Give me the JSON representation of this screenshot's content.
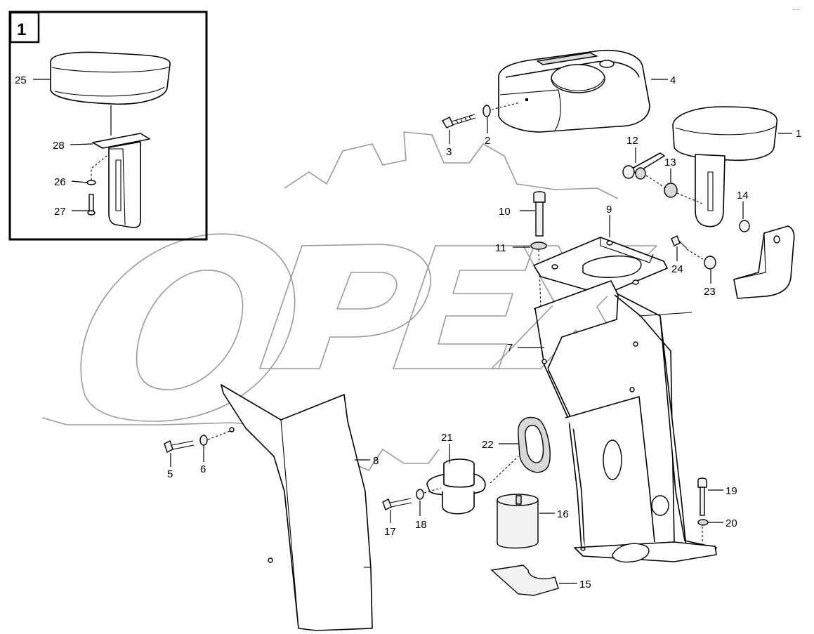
{
  "corner_mark": "..‥",
  "inset": {
    "number": "1",
    "labels": [
      "25",
      "28",
      "26",
      "27"
    ]
  },
  "watermark": "OPEX",
  "callouts": {
    "c1": "1",
    "c2": "2",
    "c3": "3",
    "c4": "4",
    "c5": "5",
    "c6": "6",
    "c7": "7",
    "c8": "8",
    "c9": "9",
    "c10": "10",
    "c11": "11",
    "c12": "12",
    "c13": "13",
    "c14": "14",
    "c15": "15",
    "c16": "16",
    "c17": "17",
    "c18": "18",
    "c19": "19",
    "c20": "20",
    "c21": "21",
    "c22": "22",
    "c23": "23",
    "c24": "24",
    "c25": "25",
    "c26": "26",
    "c27": "27",
    "c28": "28"
  }
}
